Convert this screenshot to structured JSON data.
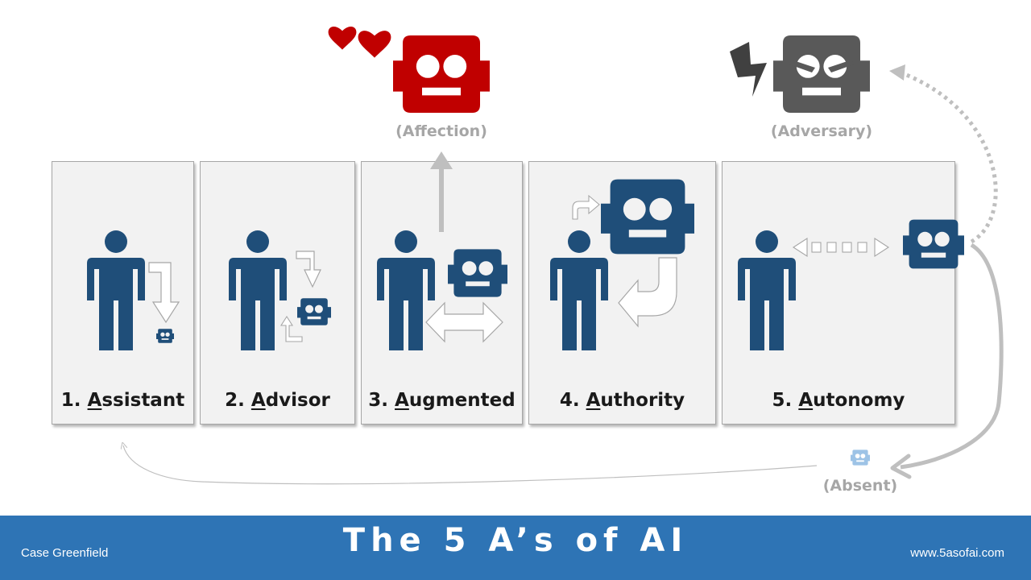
{
  "colors": {
    "person": "#1f4e79",
    "robot": "#1f4e79",
    "affection_robot": "#c00000",
    "heart": "#c00000",
    "adversary_robot": "#595959",
    "lightning": "#404040",
    "absent_robot": "#9dc3e6",
    "arrow_gray": "#bfbfbf",
    "footer_bg": "#2e74b5"
  },
  "panels": [
    {
      "number": "1.",
      "initial": "A",
      "rest": "ssistant"
    },
    {
      "number": "2.",
      "initial": "A",
      "rest": "dvisor"
    },
    {
      "number": "3.",
      "initial": "A",
      "rest": "ugmented"
    },
    {
      "number": "4.",
      "initial": "A",
      "rest": "uthority"
    },
    {
      "number": "5.",
      "initial": "A",
      "rest": "utonomy"
    }
  ],
  "side_labels": {
    "affection": "(Affection)",
    "adversary": "(Adversary)",
    "absent": "(Absent)"
  },
  "icons": {
    "person": "person-icon",
    "robot": "robot-icon",
    "heart": "heart-icon",
    "lightning": "lightning-icon"
  },
  "footer": {
    "title": "The 5 A’s of AI",
    "author": "Case Greenfield",
    "url": "www.5asofai.com"
  }
}
